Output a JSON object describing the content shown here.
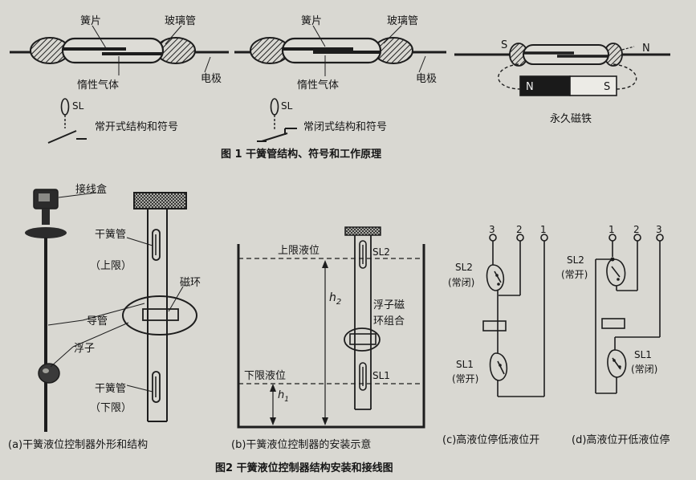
{
  "figure1": {
    "open": {
      "reed": "簧片",
      "glass": "玻璃管",
      "gas": "惰性气体",
      "electrode": "电极",
      "symbol": "SL",
      "caption": "常开式结构和符号"
    },
    "closed": {
      "reed": "簧片",
      "glass": "玻璃管",
      "gas": "惰性气体",
      "electrode": "电极",
      "symbol": "SL",
      "caption": "常闭式结构和符号"
    },
    "magnet": {
      "s_top": "S",
      "n_top": "N",
      "n_block": "N",
      "s_block": "S",
      "caption": "永久磁铁"
    },
    "title": "图 1 干簧管结构、符号和工作原理"
  },
  "figure2": {
    "a": {
      "junction_box": "接线盒",
      "reed_upper": "干簧管",
      "reed_upper_note": "（上限）",
      "magnet_ring": "磁环",
      "guide": "导管",
      "float": "浮子",
      "reed_lower": "干簧管",
      "reed_lower_note": "（下限）",
      "caption": "(a)干簧液位控制器外形和结构"
    },
    "b": {
      "upper_level": "上限液位",
      "sl2": "SL2",
      "h2": "h",
      "h2_sub": "2",
      "float_combo_1": "浮子磁",
      "float_combo_2": "环组合",
      "lower_level": "下限液位",
      "sl1": "SL1",
      "h1": "h",
      "h1_sub": "1",
      "caption": "(b)干簧液位控制器的安装示意"
    },
    "c": {
      "terminals": [
        "3",
        "2",
        "1"
      ],
      "sl2": "SL2",
      "sl2_state": "(常闭)",
      "sl1": "SL1",
      "sl1_state": "(常开)",
      "caption": "(c)高液位停低液位开"
    },
    "d": {
      "terminals": [
        "1",
        "2",
        "3"
      ],
      "sl2": "SL2",
      "sl2_state": "(常开)",
      "sl1": "SL1",
      "sl1_state": "(常闭)",
      "caption": "(d)高液位开低液位停"
    },
    "title": "图2 干簧液位控制器结构安装和接线图"
  }
}
